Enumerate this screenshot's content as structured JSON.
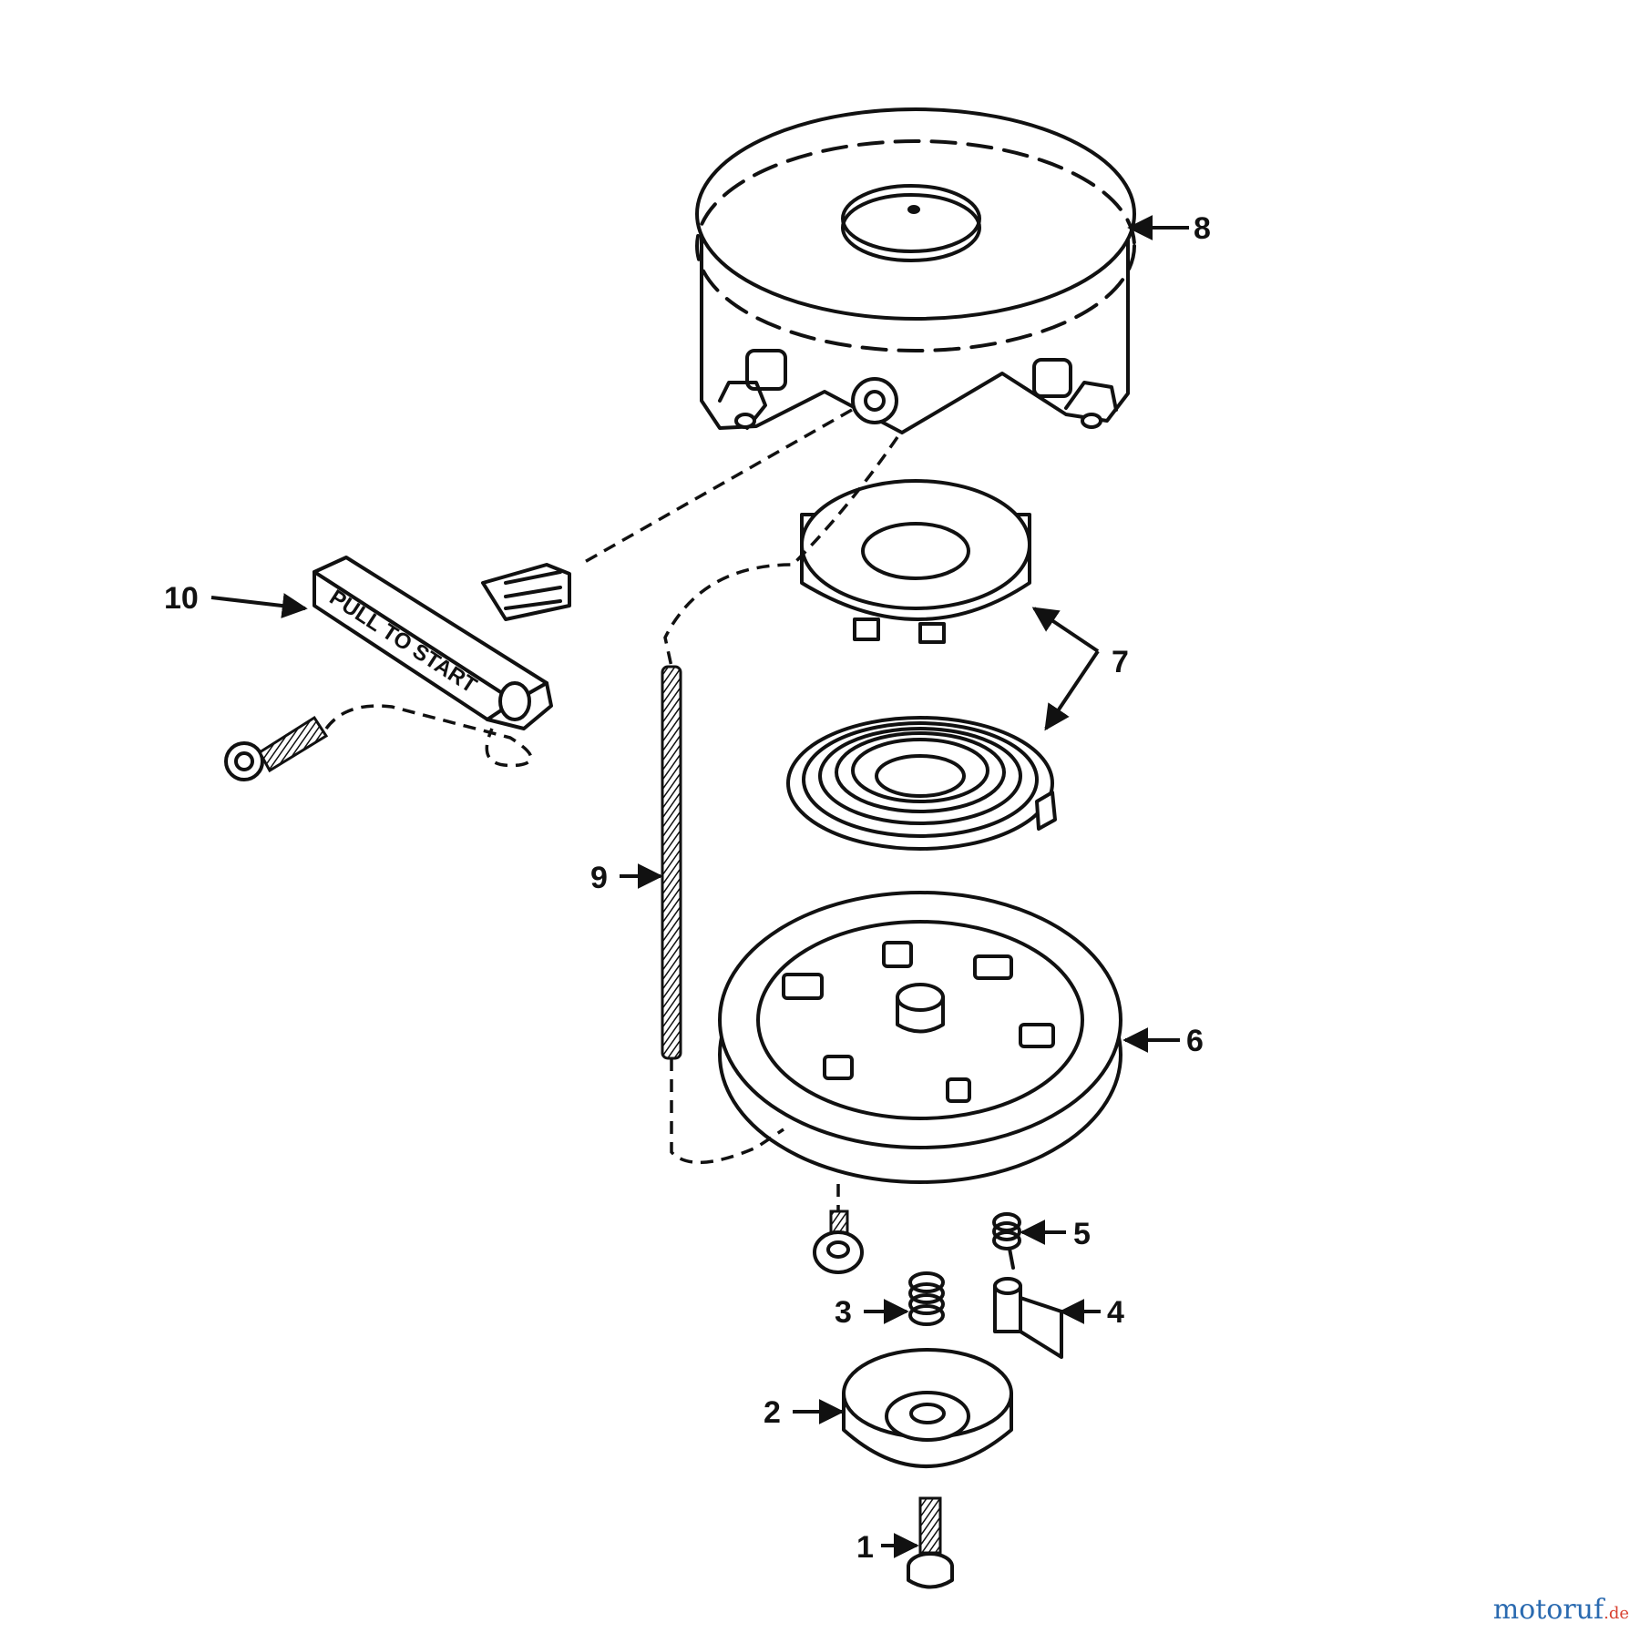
{
  "callouts": {
    "c1": "1",
    "c2": "2",
    "c3": "3",
    "c4": "4",
    "c5": "5",
    "c6": "6",
    "c7": "7",
    "c8": "8",
    "c9": "9",
    "c10": "10"
  },
  "handle_text": "PULL TO START",
  "watermark": {
    "main": "motoruf",
    "suffix": ".de",
    "color_main": "#2a6ab0",
    "color_accent": "#d8402f"
  }
}
